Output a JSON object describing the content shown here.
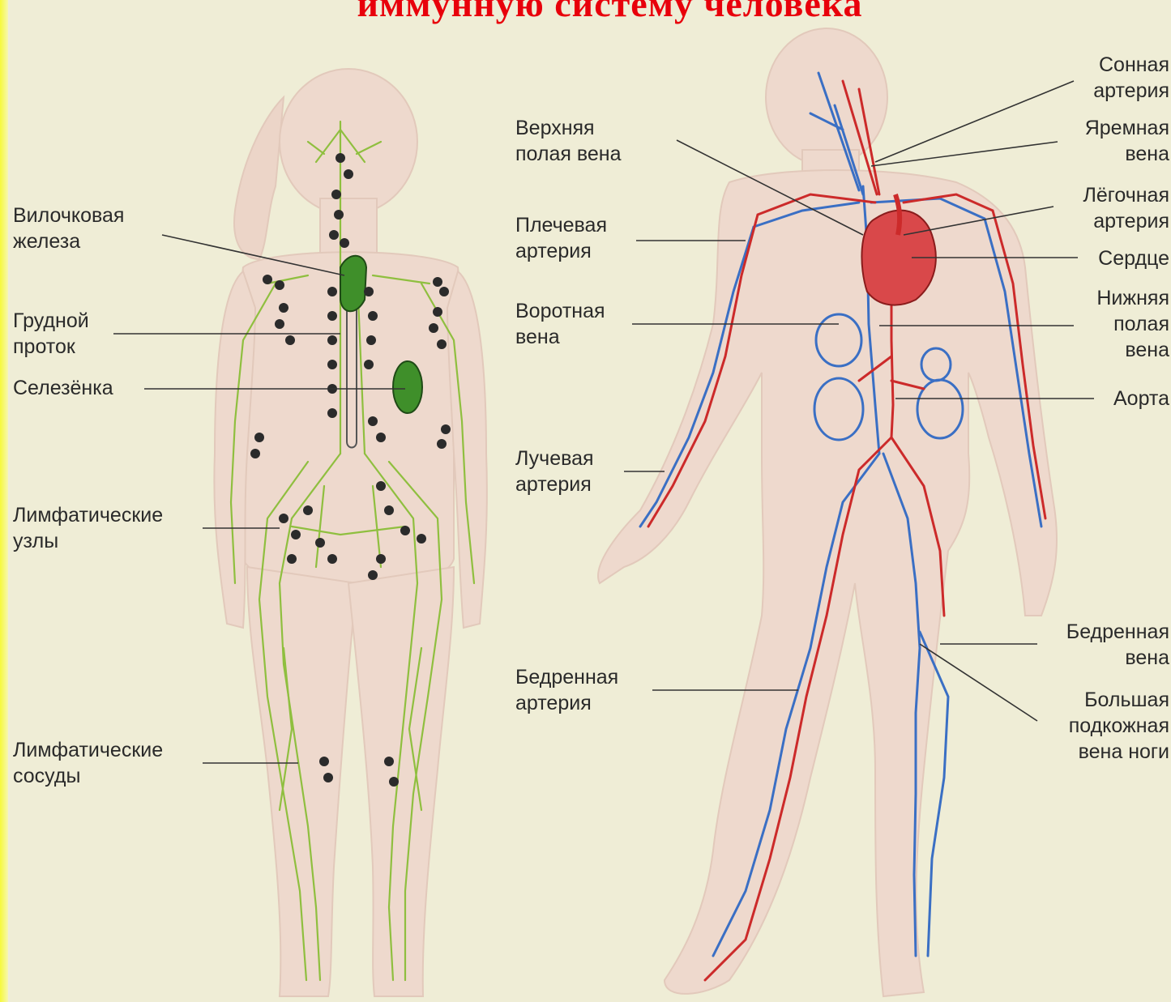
{
  "title": "иммунную систему человека",
  "colors": {
    "title": "#e8000b",
    "background": "#efedd6",
    "lymph_vessel": "#8fbf3f",
    "lymph_node": "#2b2b2b",
    "organ": "#3f8f2a",
    "artery": "#cc2a2a",
    "vein": "#3a6fc4",
    "body": "#eed9cd"
  },
  "left_figure": {
    "labels": {
      "thymus": "Вилочковая\nжелеза",
      "thoracic_duct": "Грудной\nпроток",
      "spleen": "Селезёнка",
      "lymph_nodes": "Лимфатические\nузлы",
      "lymph_vessels": "Лимфатические\nсосуды"
    }
  },
  "right_figure": {
    "labels": {
      "superior_vena_cava": "Верхняя\nполая вена",
      "brachial_artery": "Плечевая\nартерия",
      "portal_vein": "Воротная\nвена",
      "radial_artery": "Лучевая\nартерия",
      "femoral_artery": "Бедренная\nартерия",
      "carotid_artery": "Сонная\nартерия",
      "jugular_vein": "Яремная\nвена",
      "pulmonary_artery": "Лёгочная\nартерия",
      "heart": "Сердце",
      "inferior_vena_cava": "Нижняя\nполая\nвена",
      "aorta": "Аорта",
      "femoral_vein": "Бедренная\nвена",
      "great_saphenous_vein": "Большая\nподкожная\nвена ноги"
    }
  }
}
